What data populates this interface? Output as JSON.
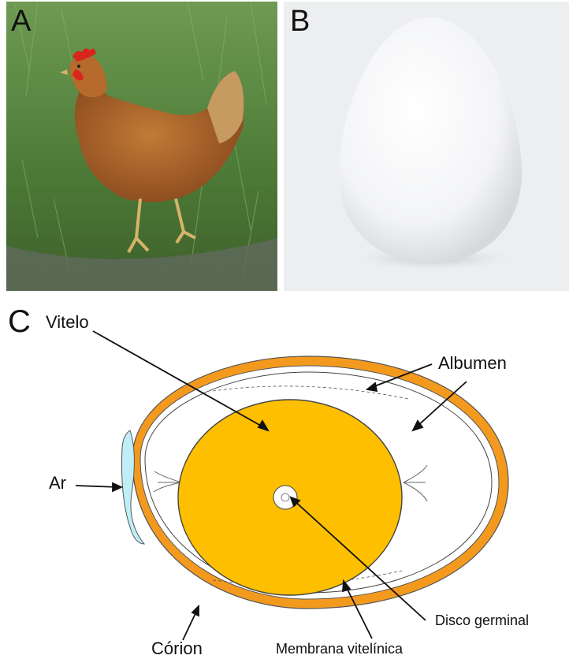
{
  "panels": {
    "a": {
      "letter": "A"
    },
    "b": {
      "letter": "B"
    },
    "c": {
      "letter": "C"
    }
  },
  "labels": {
    "vitelo": "Vitelo",
    "albumen": "Albumen",
    "ar": "Ar",
    "disco_germinal": "Disco germinal",
    "corion": "Córion",
    "membrana_vitelinica": "Membrana vitelínica"
  },
  "colors": {
    "shell": "#f39a1e",
    "yolk": "#fdbf00",
    "air_cell": "#bfeef7",
    "grass": "#4f7a3c",
    "hen_feather": "#a8612a",
    "comb": "#d8261c",
    "egg_background": "#eceef0"
  }
}
